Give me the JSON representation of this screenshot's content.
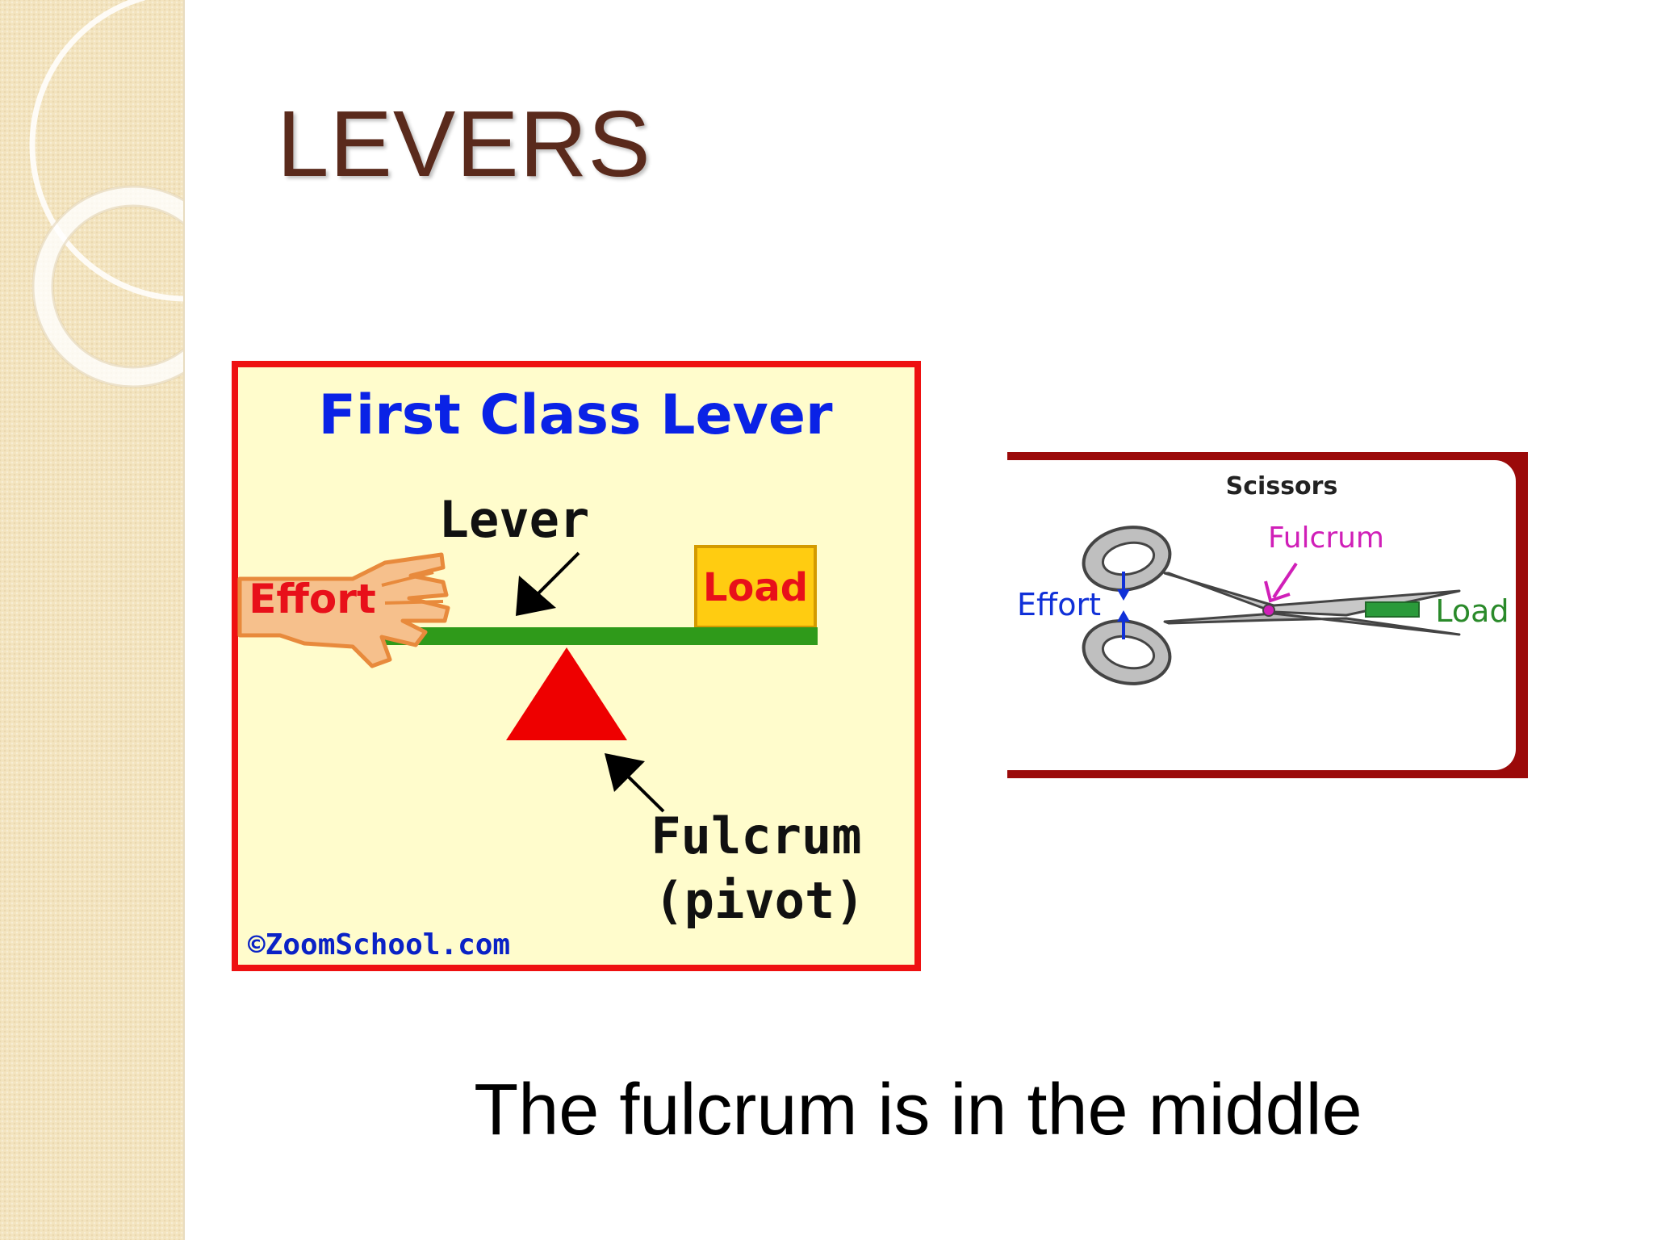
{
  "slide": {
    "title": "LEVERS",
    "caption": "The fulcrum is in the middle"
  },
  "lever_figure": {
    "heading": "First Class Lever",
    "lever_label": "Lever",
    "effort_label": "Effort",
    "load_label": "Load",
    "fulcrum_label": "Fulcrum",
    "pivot_label": "(pivot)",
    "credit": "©ZoomSchool.com"
  },
  "scissors_figure": {
    "heading": "Scissors",
    "fulcrum_label": "Fulcrum",
    "effort_label": "Effort",
    "load_label": "Load"
  },
  "colors": {
    "title": "#5a2a1c",
    "side_band": "#f3e4bf",
    "lever_frame": "#ee1111",
    "lever_bg": "#fffccc",
    "lever_beam": "#2f9a1a",
    "fulcrum": "#ee0000",
    "load_box": "#ffcc11",
    "scissors_frame": "#9b0a0a",
    "accent_blue": "#0a22e6",
    "accent_magenta": "#d01fb8",
    "accent_green": "#2a8a2a"
  },
  "icons": [
    "hand-icon",
    "scissors-icon"
  ]
}
